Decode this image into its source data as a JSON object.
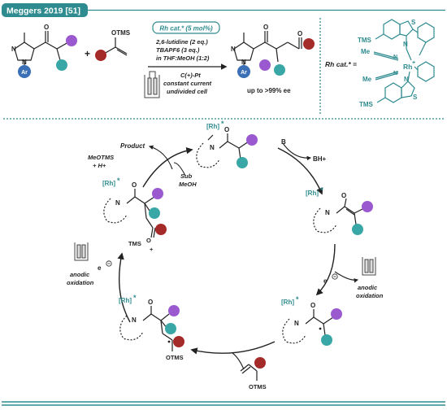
{
  "header": {
    "title": "Meggers 2019 [51]"
  },
  "colors": {
    "teal": "#2e8b8f",
    "purple": "#9b59d0",
    "cyan": "#3aa7a7",
    "red": "#a52a2a",
    "blue": "#3b6fb6",
    "ink": "#222222"
  },
  "reaction": {
    "catalyst_box": "Rh cat.* (5 mol%)",
    "conditions": [
      "2,6-lutidine (2 eq.)",
      "TBAPF6 (3 eq.)",
      "in THF:MeOH (1:2)"
    ],
    "electrode": "C(+)-Pt",
    "electrode_notes": [
      "constant current",
      "undivided cell"
    ],
    "reagent_label": "OTMS",
    "plus": "+",
    "substrate_ring_label": "Ar",
    "product_ring_label": "Ar",
    "ee": "up to >99% ee"
  },
  "catalyst": {
    "label": "Rh cat.* =",
    "tms_top": "TMS",
    "tms_bottom": "TMS",
    "me_top": "Me",
    "me_bottom": "Me",
    "rh": "Rh",
    "s_top": "S",
    "s_bottom": "S",
    "n_top": "N",
    "n_bottom": "N"
  },
  "cycle": {
    "rh": "[Rh]",
    "star": "*",
    "n": "N",
    "o": "O",
    "base": "B",
    "conj_acid": "BH+",
    "product": "Product",
    "meotms": "MeOTMS",
    "hplus": "+ H+",
    "sub": "Sub",
    "meoh": "MeOH",
    "tms_oxonium": "TMS",
    "oplus": "O",
    "plus_sign": "+",
    "otms": "OTMS",
    "electron": "e",
    "anodic": "anodic",
    "oxidation": "oxidation"
  }
}
